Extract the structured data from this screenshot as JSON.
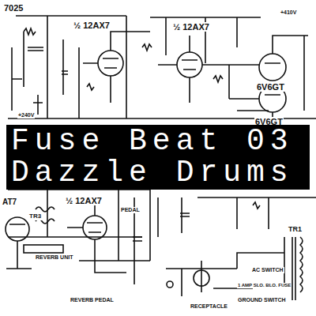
{
  "diagram": {
    "nodes": [
      {
        "text": [
          "Fuse Beat 03",
          "Dazzle Drums"
        ]
      }
    ],
    "labels": [
      "7025",
      "½ 12AX7",
      "½ 12AX7",
      "6V6GT",
      "6V6GT",
      "+240V",
      "+410V",
      "½ 12AX7",
      "AT7",
      "TR3",
      "REVERB UNIT",
      "REVERB PEDAL",
      "PEDAL",
      "TR1",
      "AC SWITCH",
      "RECEPTACLE",
      "GROUND SWITCH",
      "1 AMP SLO. BLO. FUSE"
    ]
  }
}
